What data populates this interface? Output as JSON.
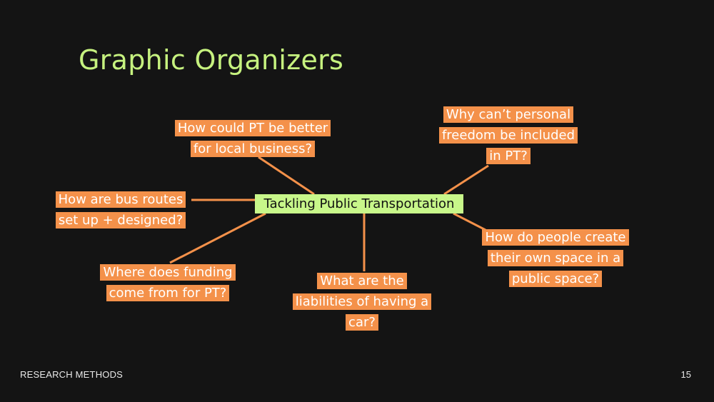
{
  "slide": {
    "title": "Graphic Organizers",
    "footer": "RESEARCH METHODS",
    "page_number": "15"
  },
  "diagram": {
    "center": "Tackling Public Transportation",
    "nodes": [
      {
        "id": "local-business",
        "lines": [
          "How could PT be better",
          "for local business?"
        ]
      },
      {
        "id": "personal-freedom",
        "lines": [
          "Why can’t personal",
          "freedom be included",
          "in PT?"
        ]
      },
      {
        "id": "bus-routes",
        "lines": [
          "How are bus routes",
          "set up + designed?"
        ]
      },
      {
        "id": "funding",
        "lines": [
          "Where does funding",
          "come from for PT?"
        ]
      },
      {
        "id": "car-liabilities",
        "lines": [
          "What are the",
          "liabilities of having a",
          "car?"
        ]
      },
      {
        "id": "own-space",
        "lines": [
          "How do people create",
          "their own space in a",
          "public space?"
        ]
      }
    ]
  },
  "colors": {
    "background": "#141414",
    "title": "#c6f27f",
    "center_fill": "#c8f78a",
    "node_fill": "#f4914a",
    "connector": "#f4914a"
  }
}
